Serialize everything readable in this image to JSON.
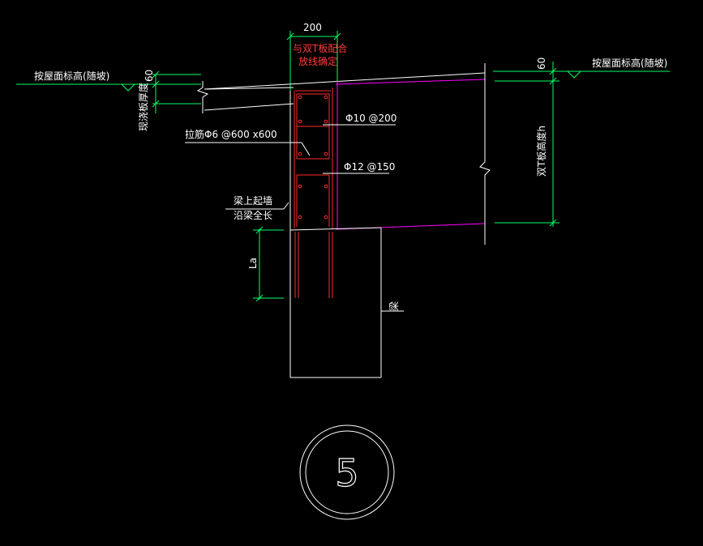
{
  "colors": {
    "background": "#000000",
    "line": "#ffffff",
    "dimension": "#00ff66",
    "rebar": "#ff2a2a",
    "slab_edge": "#ff00ff",
    "leader": "#ffffff"
  },
  "labels": {
    "top_dim": "200",
    "note_line1": "与双T板配合",
    "note_line2": "放线确定",
    "left_roof_elev": "按屋面标高(随坡)",
    "right_roof_elev": "按屋面标高(随坡)",
    "left_dim_60": "60",
    "right_dim_60": "60",
    "left_slab_thk": "现浇板厚度",
    "right_tslab_h": "双T板高度h",
    "stirrup": "Φ10 @200",
    "tie_bar": "拉筋Φ6 @600 x600",
    "main_bar": "Φ12 @150",
    "beam_wall_line1": "梁上起墙",
    "beam_wall_line2": "沿梁全长",
    "anchorage": "La",
    "beam": "梁",
    "detail_no": "5"
  }
}
